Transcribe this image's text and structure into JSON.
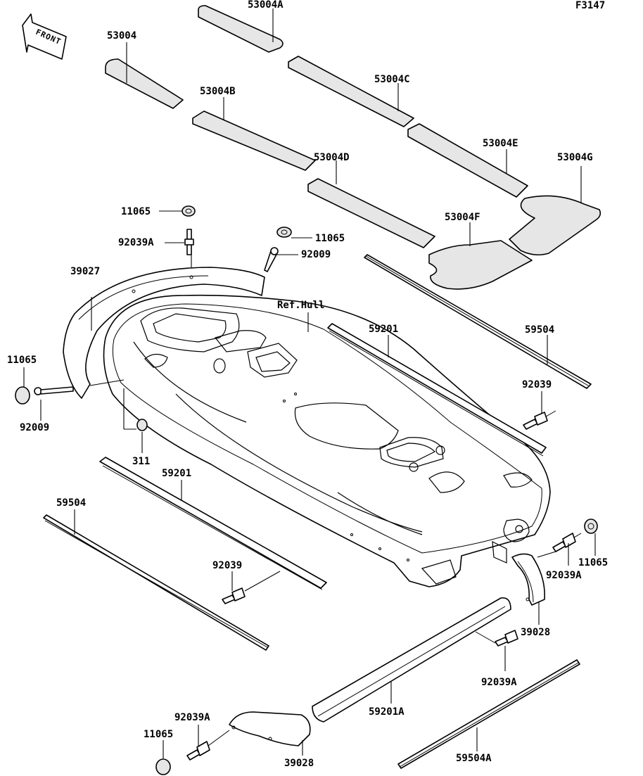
{
  "figure_code": "F3147",
  "front_arrow": {
    "text": "FRONT",
    "icon": "front-arrow-icon"
  },
  "reference_note": "Ref.Hull",
  "labels": {
    "mat_53004": "53004",
    "mat_53004A": "53004A",
    "mat_53004B": "53004B",
    "mat_53004C": "53004C",
    "mat_53004D": "53004D",
    "mat_53004E": "53004E",
    "mat_53004F": "53004F",
    "mat_53004G": "53004G",
    "cap_11065_top": "11065",
    "cap_11065_mid": "11065",
    "cap_11065_left": "11065",
    "cap_11065_right": "11065",
    "cap_11065_bottom": "11065",
    "rivet_92039A_top": "92039A",
    "rivet_92039A_right": "92039A",
    "rivet_92039A_lower": "92039A",
    "rivet_92039A_bottom": "92039A",
    "screw_92009_top": "92009",
    "screw_92009_left": "92009",
    "bumper_39027": "39027",
    "bumper_39028_right": "39028",
    "bumper_39028_bottom": "39028",
    "nut_311": "311",
    "rail_59201_left": "59201",
    "rail_59201_right": "59201",
    "rail_59201A": "59201A",
    "strip_59504_left": "59504",
    "strip_59504_right": "59504",
    "strip_59504A": "59504A",
    "rivet_92039_left": "92039",
    "rivet_92039_right": "92039"
  }
}
